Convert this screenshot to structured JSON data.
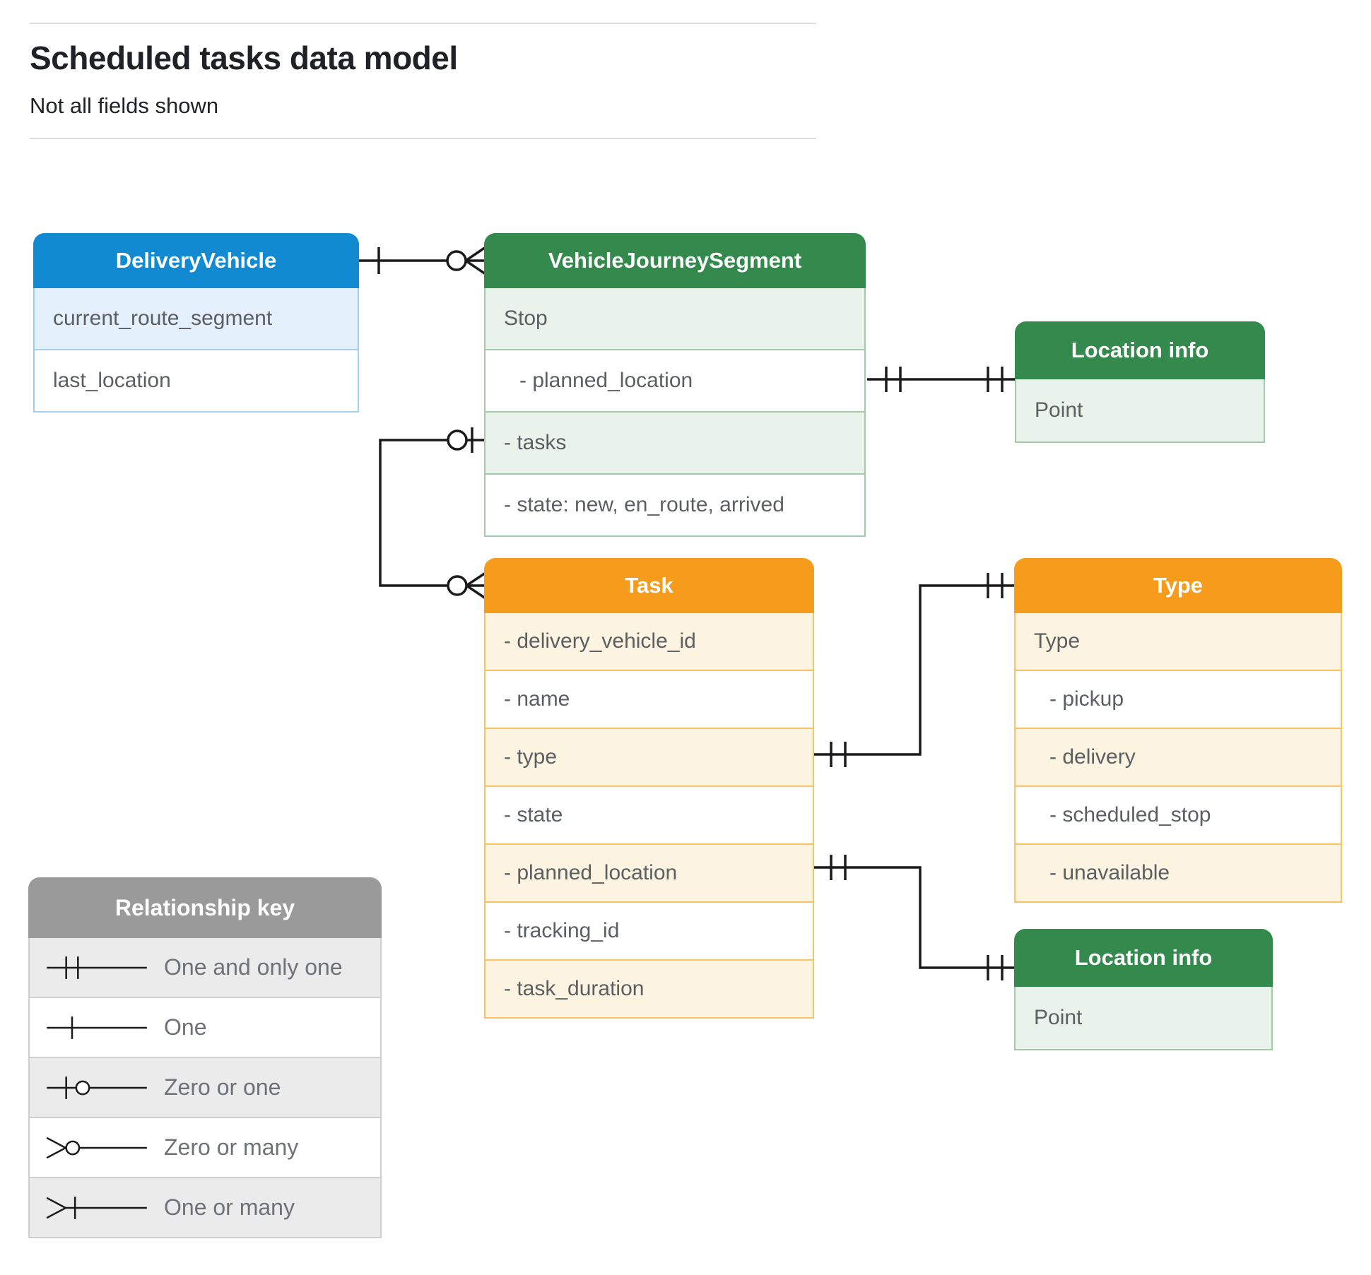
{
  "page": {
    "title": "Scheduled tasks data model",
    "subtitle": "Not all fields shown"
  },
  "entities": {
    "deliveryVehicle": {
      "title": "DeliveryVehicle",
      "fields": [
        "current_route_segment",
        "last_location"
      ]
    },
    "vehicleJourneySegment": {
      "title": "VehicleJourneySegment",
      "fields": [
        "Stop",
        "- planned_location",
        "- tasks",
        "- state: new, en_route, arrived"
      ]
    },
    "locationInfoTop": {
      "title": "Location info",
      "fields": [
        "Point"
      ]
    },
    "task": {
      "title": "Task",
      "fields": [
        "- delivery_vehicle_id",
        "- name",
        "- type",
        "- state",
        "- planned_location",
        "- tracking_id",
        "- task_duration"
      ]
    },
    "type": {
      "title": "Type",
      "fields": [
        "Type",
        "- pickup",
        "- delivery",
        "- scheduled_stop",
        "- unavailable"
      ]
    },
    "locationInfoBottom": {
      "title": "Location info",
      "fields": [
        "Point"
      ]
    }
  },
  "legend": {
    "title": "Relationship key",
    "items": [
      {
        "icon": "one-and-only-one-symbol",
        "label": "One and only one"
      },
      {
        "icon": "one-symbol",
        "label": "One"
      },
      {
        "icon": "zero-or-one-symbol",
        "label": "Zero or one"
      },
      {
        "icon": "zero-or-many-symbol",
        "label": "Zero or many"
      },
      {
        "icon": "one-or-many-symbol",
        "label": "One or many"
      }
    ]
  },
  "colors": {
    "blue_header": "#118AD2",
    "green_header": "#338A4C",
    "orange_header": "#F79B1D",
    "gray_header": "#9A9A9A",
    "line": "#1A1A1A"
  }
}
